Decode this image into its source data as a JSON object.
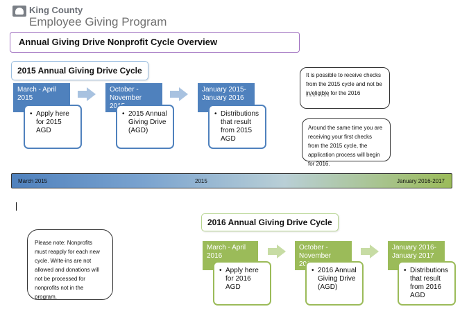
{
  "header": {
    "org_line1": "King County",
    "org_line2": "Employee Giving Program"
  },
  "title": "Annual Giving Drive Nonprofit Cycle Overview",
  "cycle_2015": {
    "label": "2015 Annual Giving Drive Cycle",
    "stages": [
      {
        "header": "March - April 2015",
        "detail": "Apply here for  2015 AGD"
      },
      {
        "header": "October - November 2015",
        "detail": "2015 Annual Giving Drive (AGD)"
      },
      {
        "header": "January 2015- January 2016",
        "detail": "Distributions that result from 2015 AGD"
      }
    ]
  },
  "notes": {
    "note1_pre": "It is possible to receive checks from the 2015 cycle and not be ",
    "note1_underlined": "in/eligible",
    "note1_post": " for the 2016",
    "note2": "Around the same time you are receiving your first checks from the 2015 cycle, the application process will begin for 2016.",
    "note3": "Please note: Nonprofits must reapply for each new cycle.  Write-ins are not allowed and donations will not be processed for nonprofits not in the program."
  },
  "timeline": {
    "left": "March 2015",
    "center": "2015",
    "right": "January 2016-2017"
  },
  "cycle_2016": {
    "label": "2016 Annual Giving Drive Cycle",
    "stages": [
      {
        "header": "March - April 2016",
        "detail": "Apply here for 2016 AGD"
      },
      {
        "header": "October - November  2016",
        "detail": "2016 Annual Giving Drive (AGD)"
      },
      {
        "header": "January 2016-January 2017",
        "detail": "Distributions that result from 2016 AGD"
      }
    ]
  },
  "colors": {
    "blue_stage": "#4f81bd",
    "green_stage": "#9bbb59",
    "title_border": "#a070c0"
  }
}
